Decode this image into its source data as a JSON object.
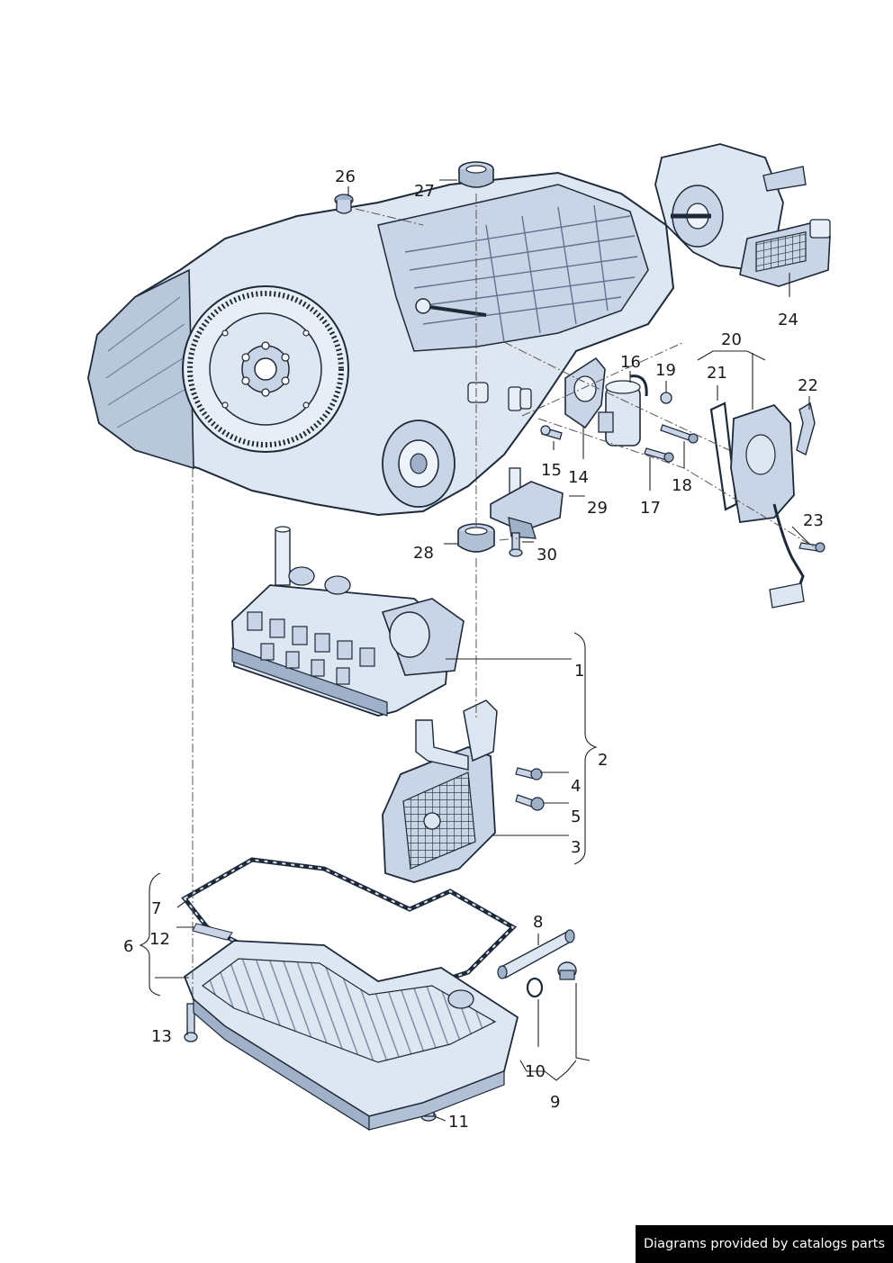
{
  "diagram": {
    "callouts": [
      {
        "id": "1",
        "text": "1"
      },
      {
        "id": "2",
        "text": "2"
      },
      {
        "id": "3",
        "text": "3"
      },
      {
        "id": "4",
        "text": "4"
      },
      {
        "id": "5",
        "text": "5"
      },
      {
        "id": "6",
        "text": "6"
      },
      {
        "id": "7",
        "text": "7"
      },
      {
        "id": "8",
        "text": "8"
      },
      {
        "id": "9",
        "text": "9"
      },
      {
        "id": "10",
        "text": "10"
      },
      {
        "id": "11",
        "text": "11"
      },
      {
        "id": "12",
        "text": "12"
      },
      {
        "id": "13",
        "text": "13"
      },
      {
        "id": "14",
        "text": "14"
      },
      {
        "id": "15",
        "text": "15"
      },
      {
        "id": "16",
        "text": "16"
      },
      {
        "id": "17",
        "text": "17"
      },
      {
        "id": "18",
        "text": "18"
      },
      {
        "id": "19",
        "text": "19"
      },
      {
        "id": "20",
        "text": "20"
      },
      {
        "id": "21",
        "text": "21"
      },
      {
        "id": "22",
        "text": "22"
      },
      {
        "id": "23",
        "text": "23"
      },
      {
        "id": "24",
        "text": "24"
      },
      {
        "id": "26",
        "text": "26"
      },
      {
        "id": "27",
        "text": "27"
      },
      {
        "id": "28",
        "text": "28"
      },
      {
        "id": "29",
        "text": "29"
      },
      {
        "id": "30",
        "text": "30"
      }
    ]
  },
  "colors": {
    "part_fill": "#dde6f1",
    "part_shadow": "#9fb0c8",
    "outline": "#1c2a3a",
    "leader": "#222222"
  },
  "footer": {
    "text": "Diagrams provided by catalogs parts"
  }
}
